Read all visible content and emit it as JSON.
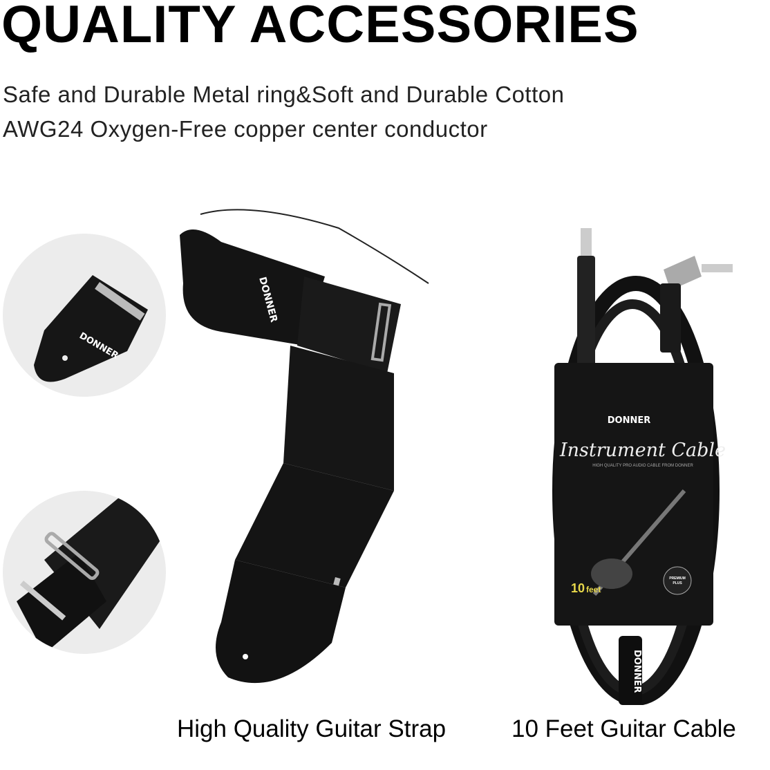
{
  "heading": "QUALITY ACCESSORIES",
  "subtitle_lines": [
    "Safe and Durable Metal ring&Soft and Durable Cotton",
    "AWG24 Oxygen-Free copper center conductor"
  ],
  "captions": {
    "strap": "High Quality Guitar Strap",
    "cable": "10 Feet Guitar Cable"
  },
  "strap": {
    "brand": "DONNER"
  },
  "cable_package": {
    "brand": "DONNER",
    "product": "Instrument Cable",
    "tagline": "HIGH QUALITY PRO AUDIO CABLE FROM DONNER",
    "length_number": "10",
    "length_unit": "feet",
    "badge_line1": "PREMIUM",
    "badge_line2": "PLUS",
    "strap_tie_brand": "DONNER"
  },
  "colors": {
    "product": "#111111",
    "circle_bg": "#ececec",
    "length_accent": "#e8d84a"
  }
}
